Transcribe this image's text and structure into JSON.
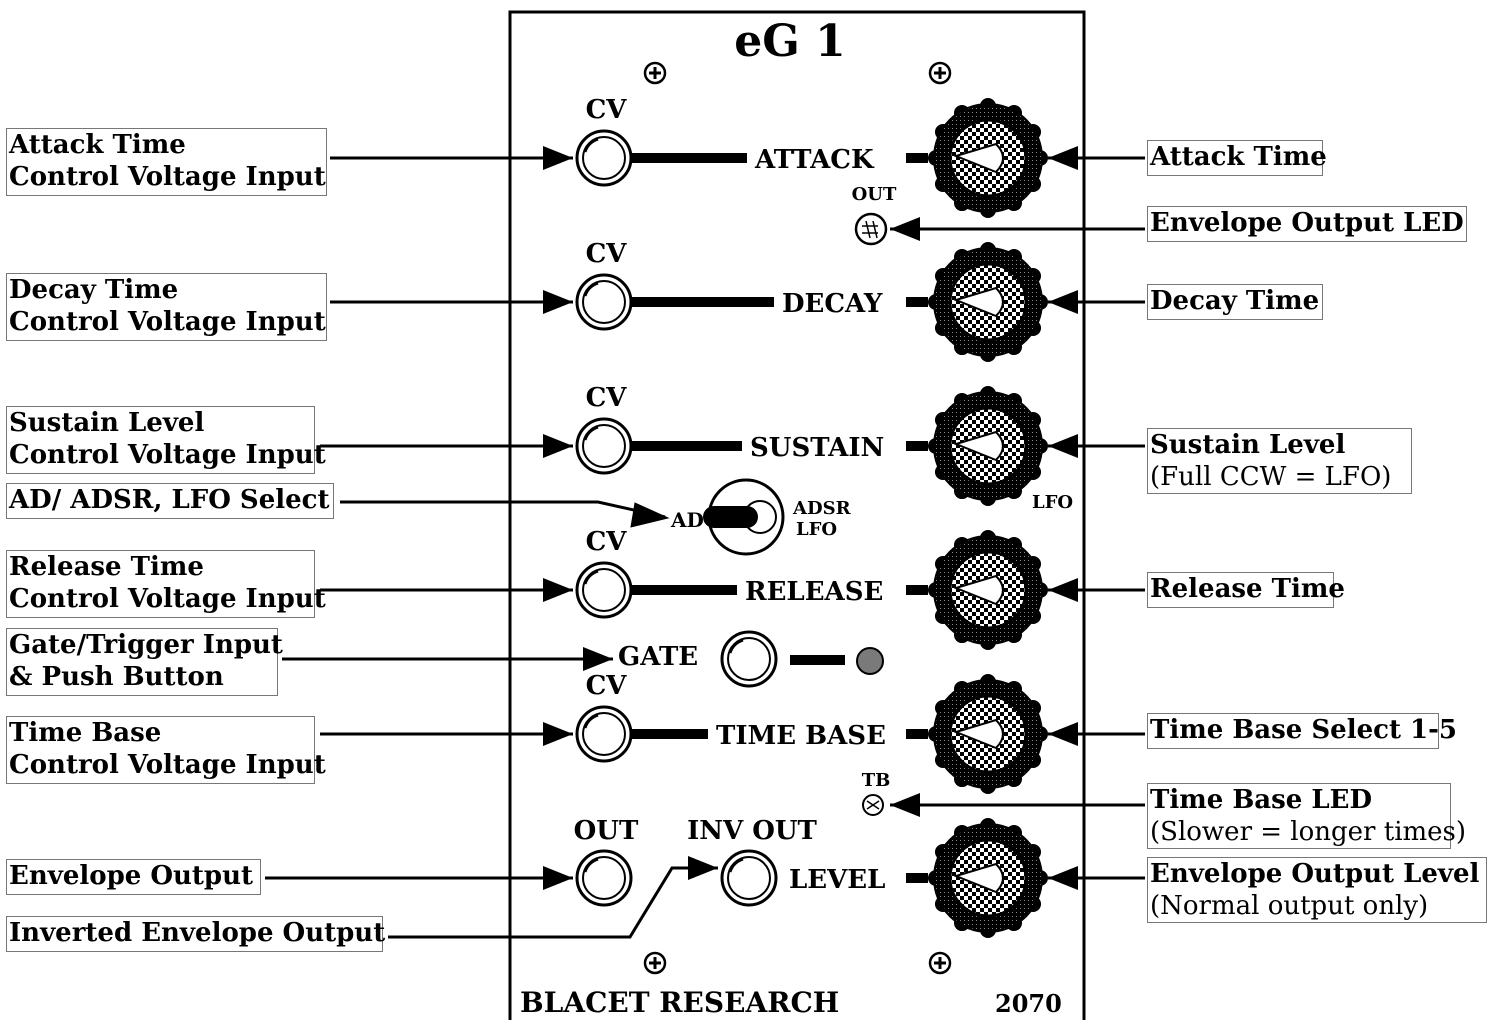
{
  "panel": {
    "title": "eG 1",
    "brand": "BLACET RESEARCH",
    "model": "2070",
    "jack_labels": {
      "cv": "CV",
      "out_led": "OUT",
      "out": "OUT",
      "inv_out": "INV OUT",
      "gate": "GATE",
      "tb_led": "TB"
    },
    "knob_labels": {
      "attack": "ATTACK",
      "decay": "DECAY",
      "sustain": "SUSTAIN",
      "release": "RELEASE",
      "time_base": "TIME BASE",
      "level": "LEVEL",
      "lfo": "LFO"
    },
    "switch_labels": {
      "ad": "AD",
      "adsr": "ADSR",
      "lfo": "LFO"
    }
  },
  "left_callouts": [
    {
      "line1": "Attack Time",
      "line2": "Control Voltage Input"
    },
    {
      "line1": "Decay Time",
      "line2": "Control Voltage Input"
    },
    {
      "line1": "Sustain Level",
      "line2": "Control Voltage Input"
    },
    {
      "line1": "AD/ ADSR, LFO Select",
      "line2": ""
    },
    {
      "line1": "Release Time",
      "line2": "Control Voltage Input"
    },
    {
      "line1": "Gate/Trigger Input",
      "line2": "& Push Button"
    },
    {
      "line1": "Time Base",
      "line2": "Control Voltage Input"
    },
    {
      "line1": "Envelope Output",
      "line2": ""
    },
    {
      "line1": "Inverted Envelope Output",
      "line2": ""
    }
  ],
  "right_callouts": [
    {
      "line1": "Attack Time",
      "line2": ""
    },
    {
      "line1": "Envelope Output LED",
      "line2": ""
    },
    {
      "line1": "Decay Time",
      "line2": ""
    },
    {
      "line1": "Sustain Level",
      "line2": "(Full CCW = LFO)"
    },
    {
      "line1": "Release Time",
      "line2": ""
    },
    {
      "line1": "Time Base Select 1-5",
      "line2": ""
    },
    {
      "line1": "Time Base LED",
      "line2": "(Slower = longer times)"
    },
    {
      "line1": "Envelope Output Level",
      "line2": "(Normal output only)"
    }
  ],
  "colors": {
    "panel": "#ffffff",
    "ink": "#000000",
    "button": "#7a7a7a"
  }
}
